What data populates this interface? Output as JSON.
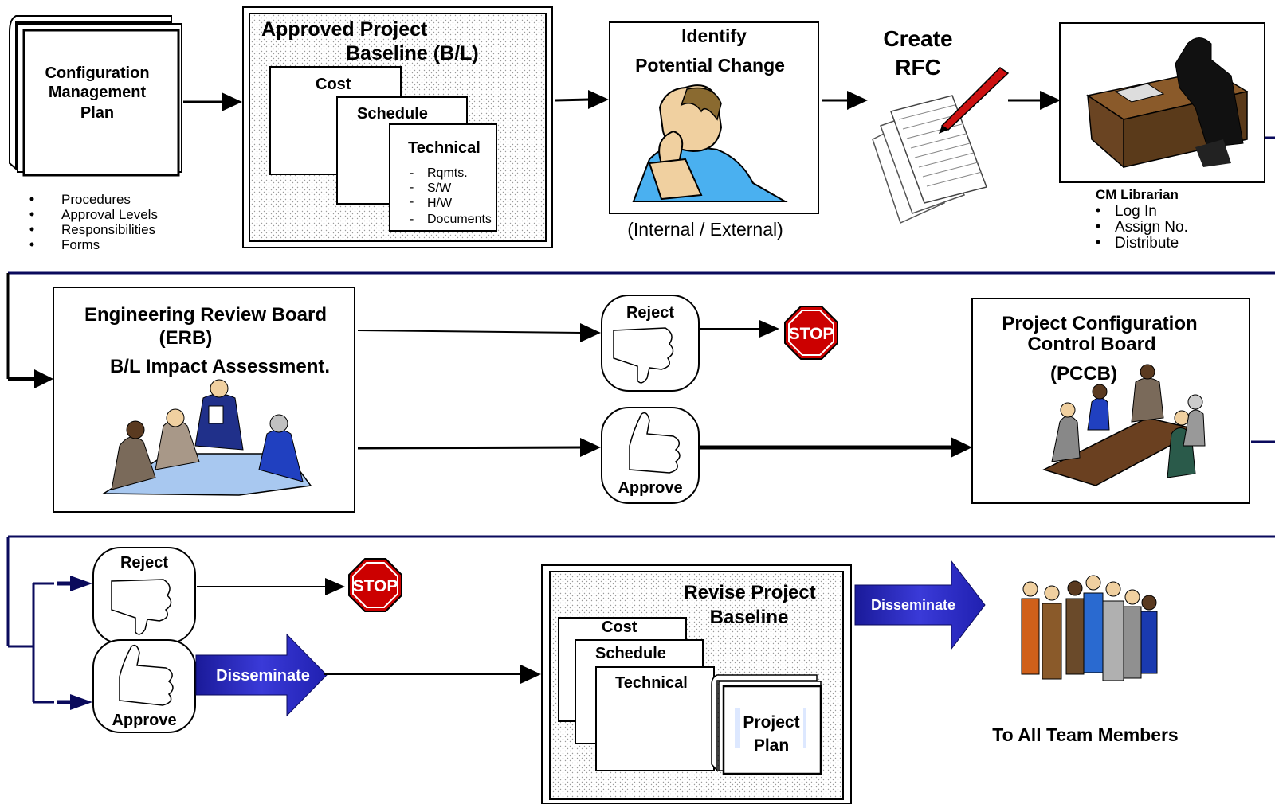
{
  "row1": {
    "cm_plan": {
      "title_lines": [
        "Configuration",
        "Management",
        "Plan"
      ],
      "bullets": [
        "Procedures",
        "Approval Levels",
        "Responsibilities",
        "Forms"
      ]
    },
    "baseline": {
      "title_lines": [
        "Approved Project",
        "Baseline (B/L)"
      ],
      "cost": "Cost",
      "schedule": "Schedule",
      "technical": "Technical",
      "tech_items": [
        "Rqmts.",
        "S/W",
        "H/W",
        "Documents"
      ]
    },
    "identify": {
      "title_lines": [
        "Identify",
        "Potential Change"
      ],
      "caption": "(Internal / External)"
    },
    "rfc": {
      "title_lines": [
        "Create",
        "RFC"
      ]
    },
    "librarian": {
      "title": "CM Librarian",
      "bullets": [
        "Log In",
        "Assign No.",
        "Distribute"
      ]
    }
  },
  "row2": {
    "erb": {
      "title_lines": [
        "Engineering  Review Board",
        "(ERB)",
        "B/L Impact Assessment."
      ]
    },
    "reject": "Reject",
    "approve": "Approve",
    "stop": "STOP",
    "pccb": {
      "title_lines": [
        "Project Configuration",
        "Control Board",
        "(PCCB)"
      ]
    }
  },
  "row3": {
    "reject": "Reject",
    "approve": "Approve",
    "stop": "STOP",
    "disseminate_1": "Disseminate",
    "revise": {
      "title_lines": [
        "Revise Project",
        "Baseline"
      ],
      "cost": "Cost",
      "schedule": "Schedule",
      "technical": "Technical",
      "plan_lines": [
        "Project",
        "Plan"
      ]
    },
    "disseminate_2": "Disseminate",
    "team_caption": "To All Team Members"
  },
  "colors": {
    "navy": "#0a0a5c",
    "arrow_blue": "#3333cc",
    "stop_red": "#cc0000",
    "table_blue": "#a8c8f0"
  }
}
